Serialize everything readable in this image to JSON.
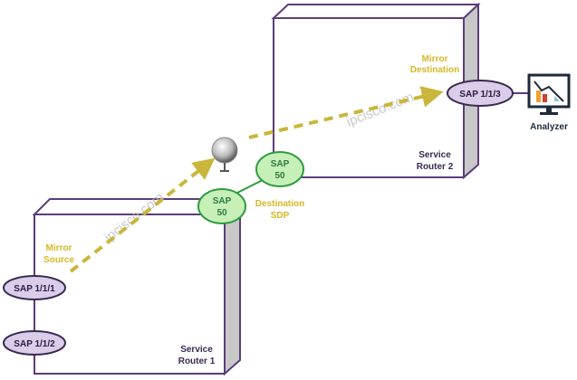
{
  "router1": {
    "line1": "Service",
    "line2": "Router 1"
  },
  "router2": {
    "line1": "Service",
    "line2": "Router 2"
  },
  "saps": {
    "sap111": "SAP 1/1/1",
    "sap112": "SAP 1/1/2",
    "sap113": "SAP 1/1/3"
  },
  "sdp": {
    "sap_a": {
      "line1": "SAP",
      "line2": "50"
    },
    "sap_b": {
      "line1": "SAP",
      "line2": "50"
    },
    "label1": "Destination",
    "label2": "SDP"
  },
  "mirror_source": {
    "line1": "Mirror",
    "line2": "Source"
  },
  "mirror_destination": {
    "line1": "Mirror",
    "line2": "Destination"
  },
  "analyzer": {
    "label": "Analyzer"
  },
  "watermark": "ipcisco.com",
  "colors": {
    "router_border": "#5c3d7a",
    "sap_fill": "#d9cdea",
    "sdp_fill": "#c6f0b8",
    "sdp_border": "#2e9a3e",
    "label_yellow": "#d4b826",
    "arrow": "#c9b63a"
  }
}
